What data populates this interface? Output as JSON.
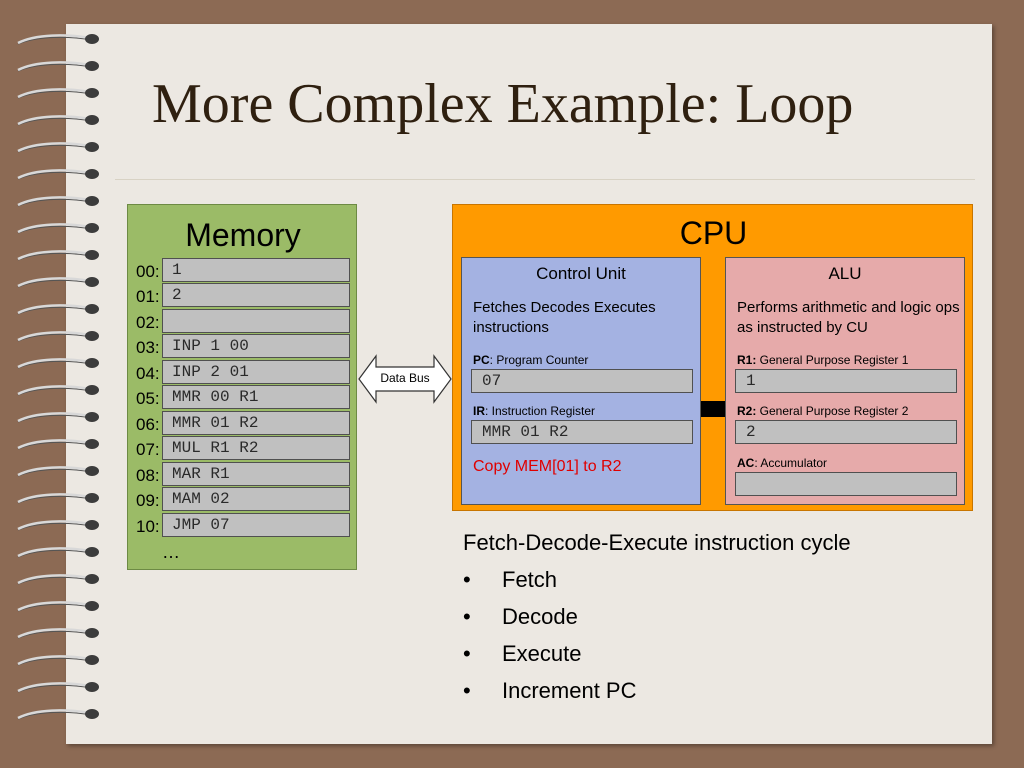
{
  "title": "More Complex Example: Loop",
  "memory": {
    "title": "Memory",
    "rows": [
      {
        "addr": "00:",
        "value": "1"
      },
      {
        "addr": "01:",
        "value": "2"
      },
      {
        "addr": "02:",
        "value": ""
      },
      {
        "addr": "03:",
        "value": "INP 1 00"
      },
      {
        "addr": "04:",
        "value": "INP 2 01"
      },
      {
        "addr": "05:",
        "value": "MMR 00 R1"
      },
      {
        "addr": "06:",
        "value": "MMR 01 R2"
      },
      {
        "addr": "07:",
        "value": "MUL R1 R2"
      },
      {
        "addr": "08:",
        "value": "MAR R1"
      },
      {
        "addr": "09:",
        "value": "MAM 02"
      },
      {
        "addr": "10:",
        "value": "JMP 07"
      }
    ],
    "ellipsis": "…"
  },
  "bus": {
    "label": "Data Bus"
  },
  "cpu": {
    "title": "CPU",
    "control_unit": {
      "title": "Control Unit",
      "description": "Fetches Decodes Executes instructions",
      "pc": {
        "abbr": "PC",
        "label": ": Program Counter",
        "value": "07"
      },
      "ir": {
        "abbr": "IR",
        "label": ": Instruction Register",
        "value": "MMR 01 R2"
      },
      "note": "Copy MEM[01] to R2"
    },
    "alu": {
      "title": "ALU",
      "description": "Performs arithmetic and logic ops as instructed by CU",
      "r1": {
        "abbr": "R1:",
        "label": " General Purpose Register 1",
        "value": "1"
      },
      "r2": {
        "abbr": "R2:",
        "label": " General Purpose Register 2",
        "value": "2"
      },
      "ac": {
        "abbr": "AC",
        "label": ": Accumulator",
        "value": ""
      }
    }
  },
  "cycle": {
    "title": "Fetch-Decode-Execute instruction cycle",
    "bullet": "•",
    "items": [
      "Fetch",
      "Decode",
      "Execute",
      "Increment PC"
    ]
  },
  "colors": {
    "page": "#ece8e2",
    "frame": "#8c6a54",
    "memory_bg": "#9bbb67",
    "cpu_bg": "#ff9a00",
    "control_unit_bg": "#a4b2e2",
    "alu_bg": "#e6aaaa",
    "register_bg": "#c0c0c0",
    "note_text": "#e00000"
  },
  "icons": {
    "spiral": "spiral-binding-icon",
    "bus_arrow": "double-arrow-icon"
  }
}
